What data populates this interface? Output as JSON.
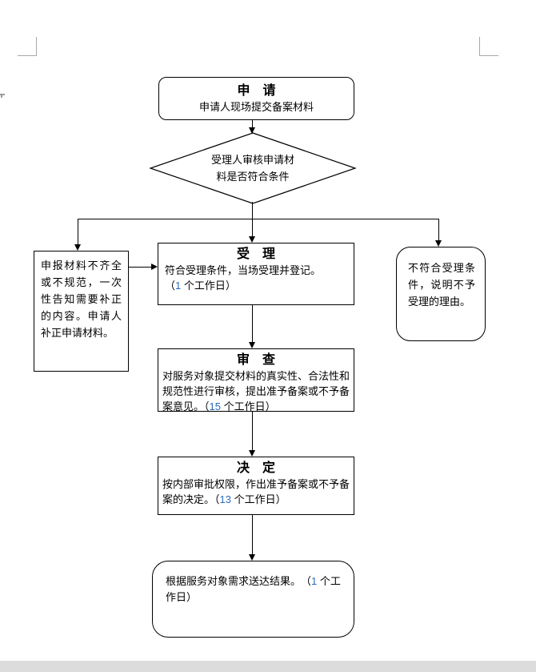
{
  "page": {
    "background": "#ffffff",
    "taskbar_color": "#dcdcdd",
    "cropmark_color": "#a8a8a8",
    "line_color": "#000000",
    "day_number_color": "#2a6bbf"
  },
  "flowchart": {
    "apply": {
      "title": "申　请",
      "body": "申请人现场提交备案材料"
    },
    "decision": {
      "line1": "受理人审核申请材",
      "line2": "料是否符合条件"
    },
    "supplement": {
      "body": "申报材料不齐全或不规范，一次性告知需要补正的内容。申请人补正申请材料。"
    },
    "accept": {
      "title": "受　理",
      "body_pre": "符合受理条件，当场受理并登记。　　（",
      "days": "1",
      "body_post": " 个工作日）"
    },
    "reject": {
      "body": "不符合受理条件，说明不予受理的理由。"
    },
    "review": {
      "title": "审　查",
      "body_pre": "对服务对象提交材料的真实性、合法性和规范性进行审核，提出准予备案或不予备案意见。（",
      "days": "15",
      "body_post": " 个工作日）"
    },
    "decide": {
      "title": "决　定",
      "body_pre": "按内部审批权限，作出准予备案或不予备案的决定。（",
      "days": "13",
      "body_post": " 个工作日）"
    },
    "deliver": {
      "body_pre": "根据服务对象需求送达结果。　（",
      "days": "1",
      "body_post": " 个工作日）"
    }
  }
}
